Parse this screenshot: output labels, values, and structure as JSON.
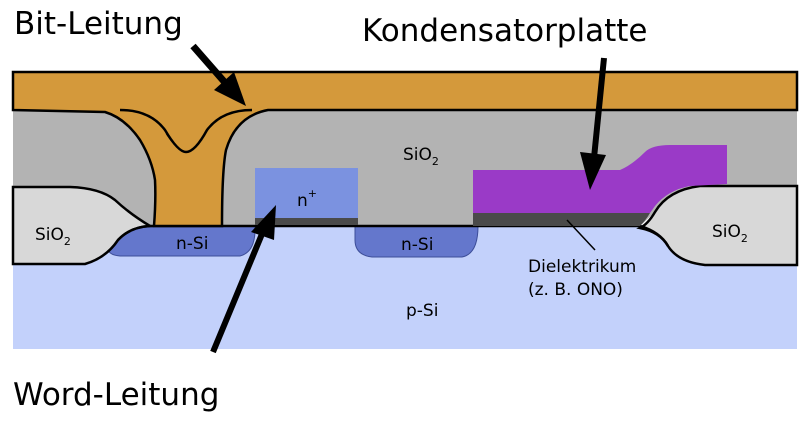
{
  "labels": {
    "bit_line": "Bit-Leitung",
    "capacitor_plate": "Kondensatorplatte",
    "word_line": "Word-Leitung",
    "sio2_base": "SiO",
    "sio2_sub": "2",
    "n_plus_base": "n",
    "n_plus_sup": "+",
    "n_si": "n-Si",
    "p_si": "p-Si",
    "dielectric": "Dielektrikum",
    "dielectric_note": "(z. B. ONO)"
  },
  "colors": {
    "metal": "#d4993b",
    "oxide": "#b3b3b3",
    "oxide_light": "#d8d8d8",
    "substrate": "#c3d1fb",
    "n_si": "#6477cc",
    "n_plus": "#7b92e0",
    "capacitor": "#9a3ac7",
    "dielectric": "#4a4a4a"
  }
}
